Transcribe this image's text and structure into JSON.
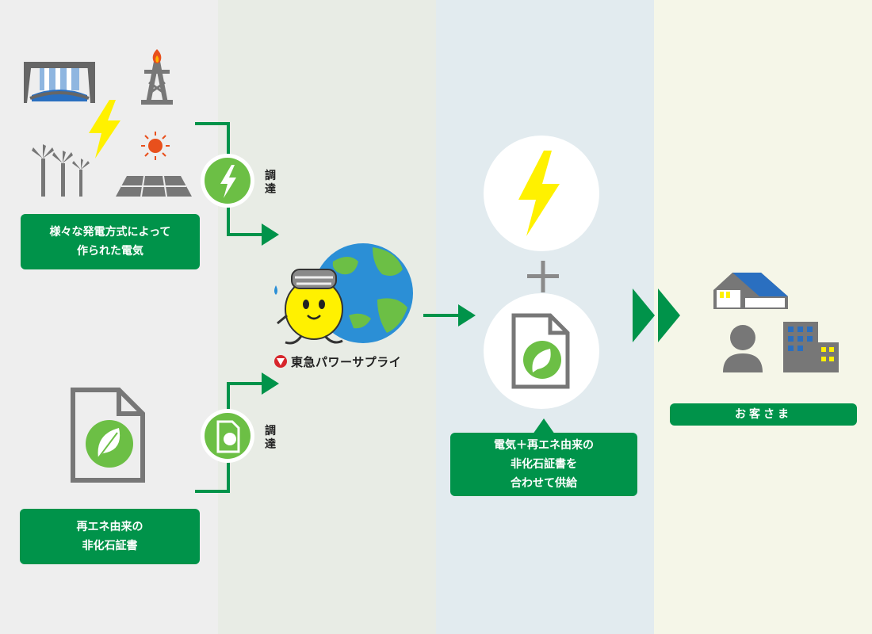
{
  "labels": {
    "generation": [
      "様々な発電方式によって",
      "作られた電気"
    ],
    "certificate": [
      "再エネ由来の",
      "非化石証書"
    ],
    "supply": [
      "電気＋再エネ由来の",
      "非化石証書を",
      "合わせて供給"
    ],
    "customer": "お客さま"
  },
  "procure_top": [
    "調",
    "達"
  ],
  "procure_bottom": [
    "調",
    "達"
  ],
  "company_name": "東急パワーサプライ",
  "colors": {
    "green": "#00934a",
    "light_green": "#6cbf45",
    "yellow": "#fff100",
    "gray": "#777777"
  },
  "icons": [
    "hydro-dam-icon",
    "oil-rig-icon",
    "lightning-icon",
    "wind-turbine-icon",
    "solar-panel-icon",
    "certificate-leaf-icon",
    "mascot-earth-icon",
    "house-icon",
    "person-icon",
    "building-icon"
  ]
}
